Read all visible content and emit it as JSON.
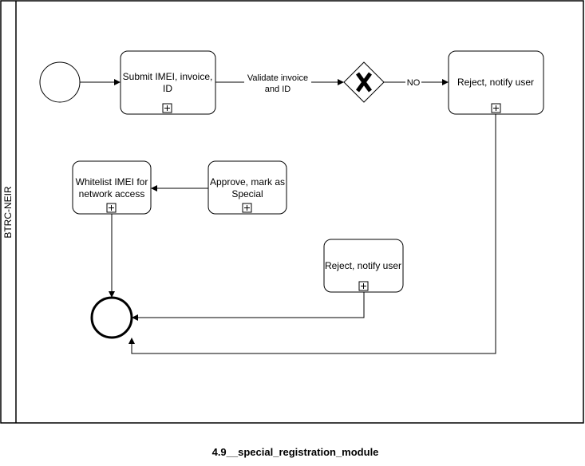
{
  "pool": {
    "lane_label": "BTRC-NEIR"
  },
  "tasks": {
    "submit": {
      "line1": "Submit IMEI, invoice,",
      "line2": "ID"
    },
    "reject_top": {
      "line1": "Reject, notify user"
    },
    "approve": {
      "line1": "Approve, mark as",
      "line2": "Special"
    },
    "whitelist": {
      "line1": "Whitelist IMEI for",
      "line2": "network access"
    },
    "reject_mid": {
      "line1": "Reject, notify user"
    }
  },
  "edges": {
    "validate": {
      "line1": "Validate invoice",
      "line2": "and ID"
    },
    "no": {
      "label": "NO"
    }
  },
  "caption": "4.9__special_registration_module"
}
